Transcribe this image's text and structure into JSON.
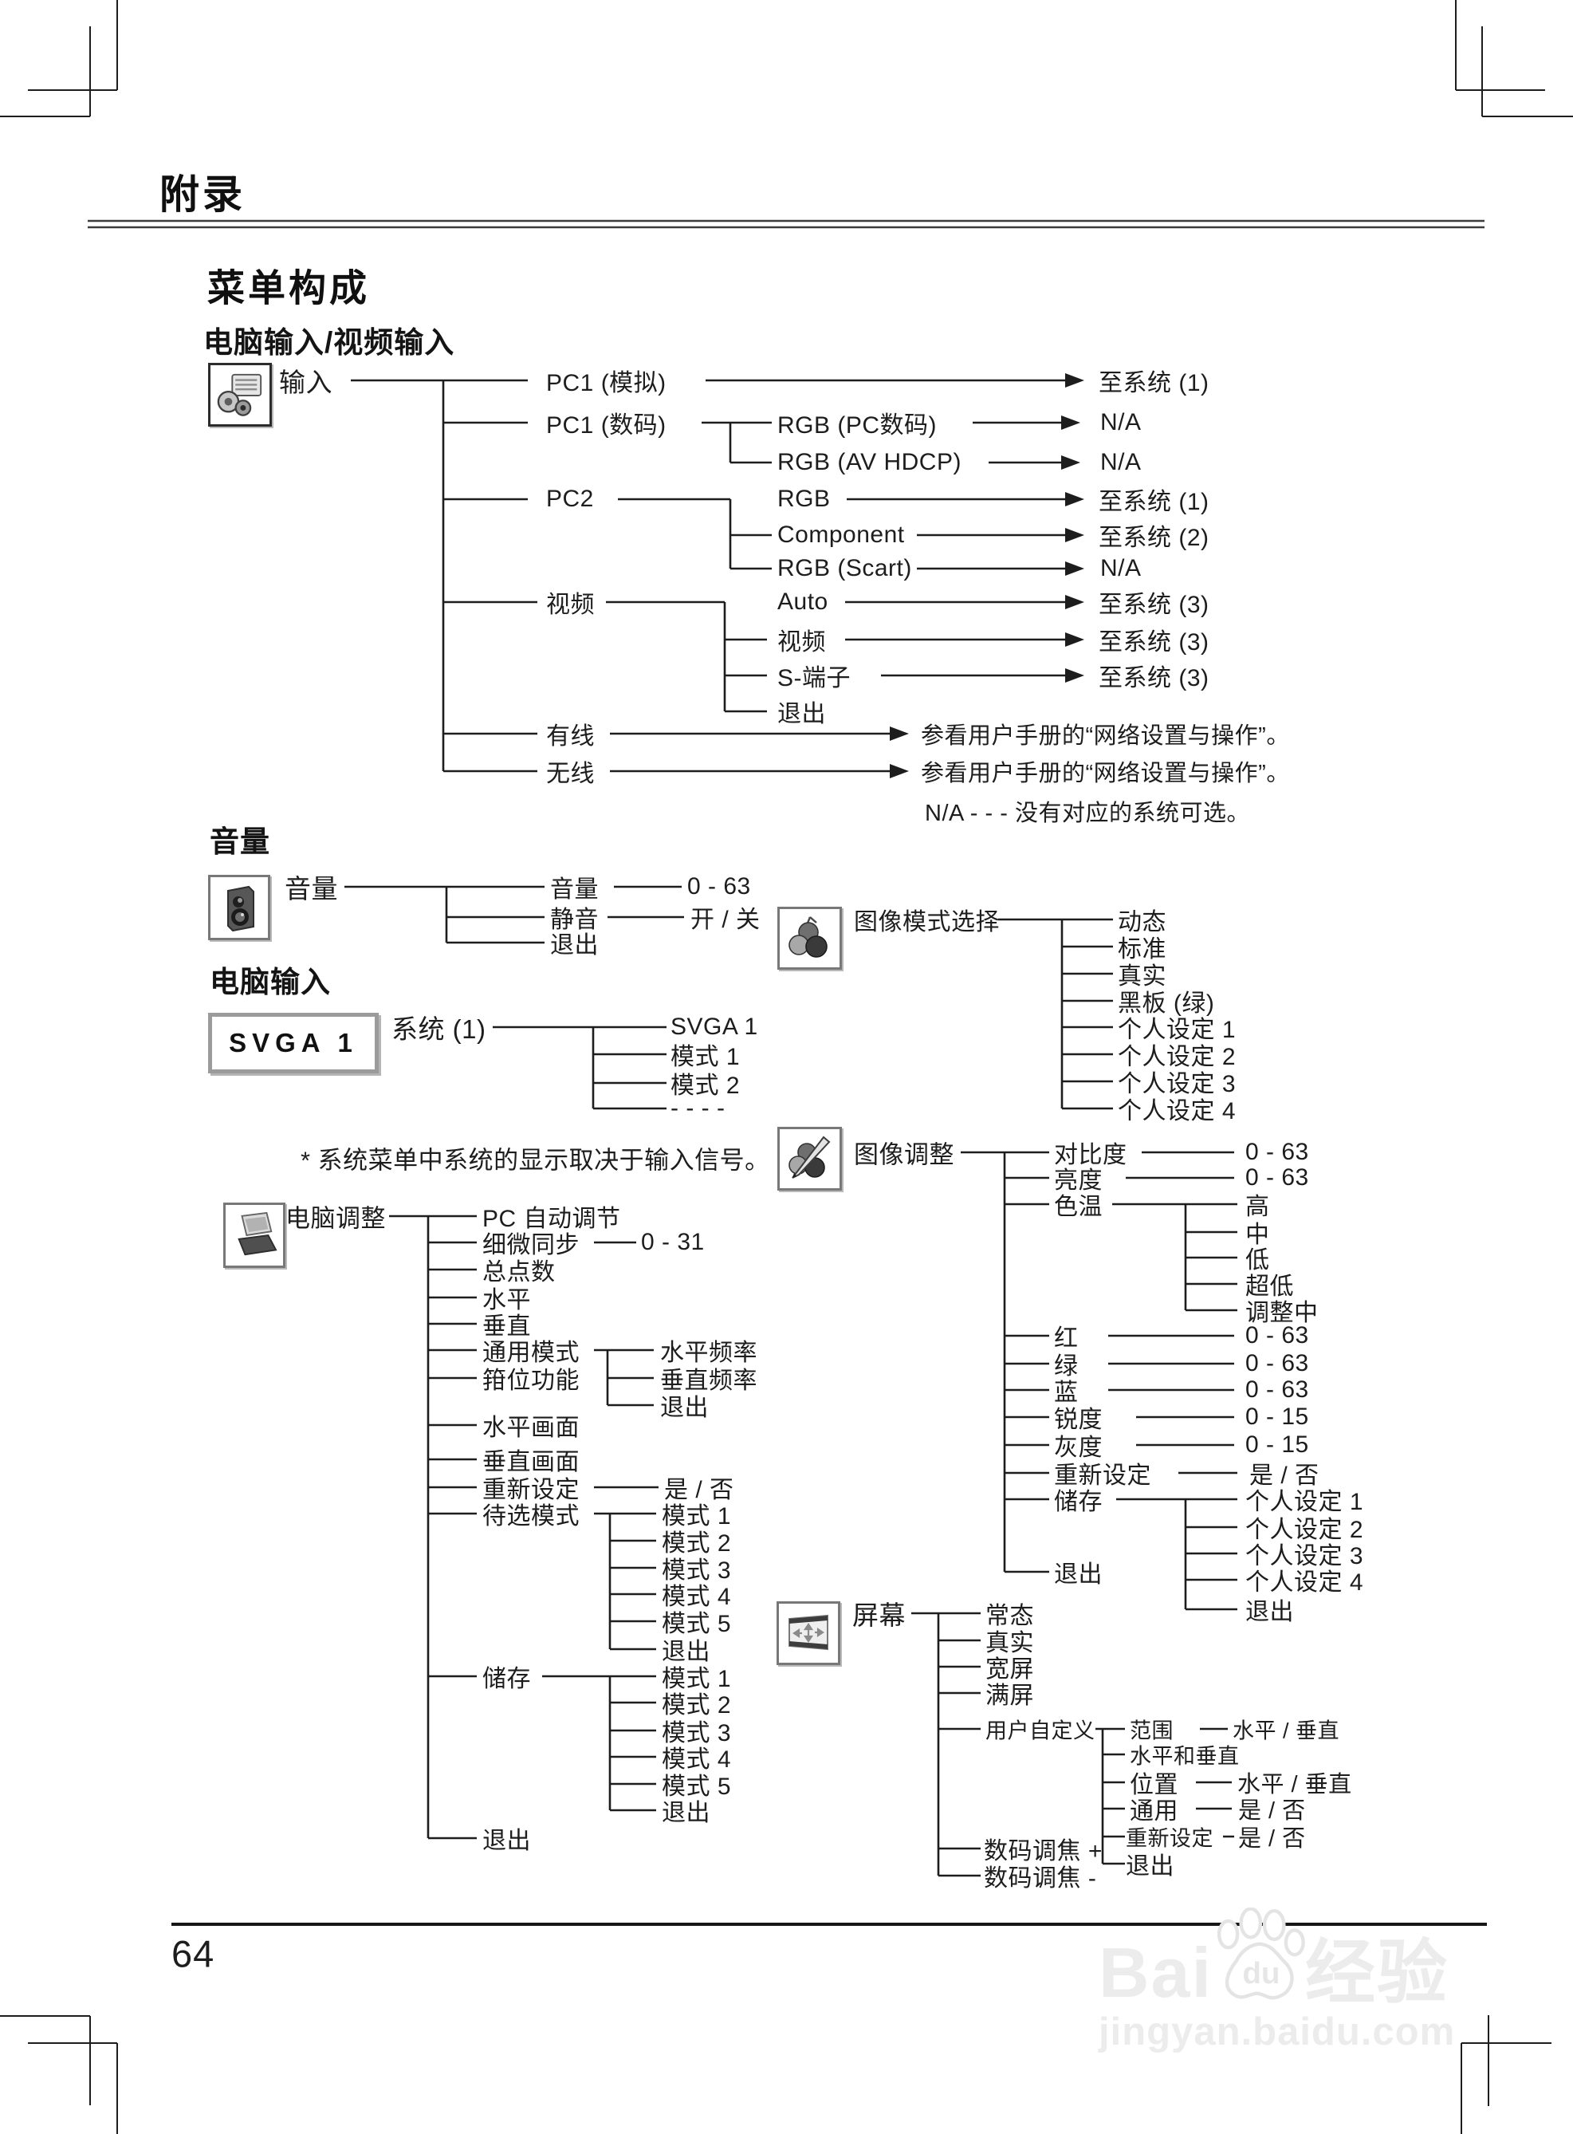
{
  "page": {
    "header_title": "附录",
    "main_title": "菜单构成",
    "page_number": "64"
  },
  "icons": {
    "input": "projector-input-icon",
    "volume": "speaker-icon",
    "image_mode": "grapes-image-mode-icon",
    "image_adjust": "grapes-pencil-image-adjust-icon",
    "pc_adjust": "laptop-icon",
    "screen": "screen-arrows-icon"
  },
  "input_section": {
    "heading": "电脑输入/视频输入",
    "root_label": "输入",
    "pc1_analog": "PC1 (模拟)",
    "pc1_digital": "PC1 (数码)",
    "rgb_pc_digital": "RGB (PC数码)",
    "rgb_av_hdcp": "RGB (AV HDCP)",
    "pc2": "PC2",
    "rgb": "RGB",
    "component": "Component",
    "rgb_scart": "RGB (Scart)",
    "video": "视频",
    "auto": "Auto",
    "video_sub": "视频",
    "s_video": "S-端子",
    "exit": "退出",
    "wired": "有线",
    "wireless": "无线",
    "to_system_1": "至系统 (1)",
    "to_system_2": "至系统 (2)",
    "to_system_3": "至系统 (3)",
    "na": "N/A",
    "network_note": "参看用户手册的“网络设置与操作”。",
    "na_note": "N/A - - - 没有对应的系统可选。"
  },
  "volume_section": {
    "heading": "音量",
    "root_label": "音量",
    "item_volume": "音量",
    "item_mute": "静音",
    "item_exit": "退出",
    "val_volume": "0 - 63",
    "val_mute": "开 / 关"
  },
  "system_section": {
    "heading": "电脑输入",
    "box_label": "SVGA 1",
    "root_label": "系统 (1)",
    "items": [
      "SVGA 1",
      "模式 1",
      "模式 2",
      "- - - -"
    ],
    "note": "* 系统菜单中系统的显示取决于输入信号。"
  },
  "image_mode_section": {
    "root_label": "图像模式选择",
    "items": [
      "动态",
      "标准",
      "真实",
      "黑板 (绿)",
      "个人设定 1",
      "个人设定 2",
      "个人设定 3",
      "个人设定 4"
    ]
  },
  "image_adjust_section": {
    "root_label": "图像调整",
    "contrast": "对比度",
    "brightness": "亮度",
    "color_temp": "色温",
    "temp_items": [
      "高",
      "中",
      "低",
      "超低",
      "调整中"
    ],
    "red": "红",
    "green": "绿",
    "blue": "蓝",
    "sharpness": "锐度",
    "gamma": "灰度",
    "reset": "重新设定",
    "store": "储存",
    "exit": "退出",
    "val_0_63": "0 - 63",
    "val_0_15": "0 - 15",
    "val_yes_no": "是 / 否",
    "store_items": [
      "个人设定 1",
      "个人设定 2",
      "个人设定 3",
      "个人设定 4",
      "退出"
    ]
  },
  "pc_adjust_section": {
    "root_label": "电脑调整",
    "items": [
      "PC 自动调节",
      "细微同步",
      "总点数",
      "水平",
      "垂直",
      "通用模式",
      "箝位功能",
      "水平画面",
      "垂直画面",
      "重新设定",
      "待选模式",
      "储存",
      "退出"
    ],
    "val_fine_sync": "0 - 31",
    "val_yes_no": "是 / 否",
    "current_mode_items": [
      "水平频率",
      "垂直频率",
      "退出"
    ],
    "select_mode_items": [
      "模式 1",
      "模式 2",
      "模式 3",
      "模式 4",
      "模式 5",
      "退出"
    ],
    "store_items": [
      "模式 1",
      "模式 2",
      "模式 3",
      "模式 4",
      "模式 5",
      "退出"
    ]
  },
  "screen_section": {
    "root_label": "屏幕",
    "items": [
      "常态",
      "真实",
      "宽屏",
      "满屏",
      "用户自定义"
    ],
    "custom_items": [
      "范围",
      "水平和垂直",
      "位置",
      "通用",
      "重新设定",
      "退出"
    ],
    "val_hv": "水平 / 垂直",
    "val_yes_no": "是 / 否",
    "digital_zoom_plus": "数码调焦 +",
    "digital_zoom_minus": "数码调焦 -"
  },
  "watermark": {
    "brand_prefix": "Bai",
    "brand_paw_text": "du",
    "brand_suffix": "经验",
    "site_url": "jingyan.baidu.com"
  }
}
